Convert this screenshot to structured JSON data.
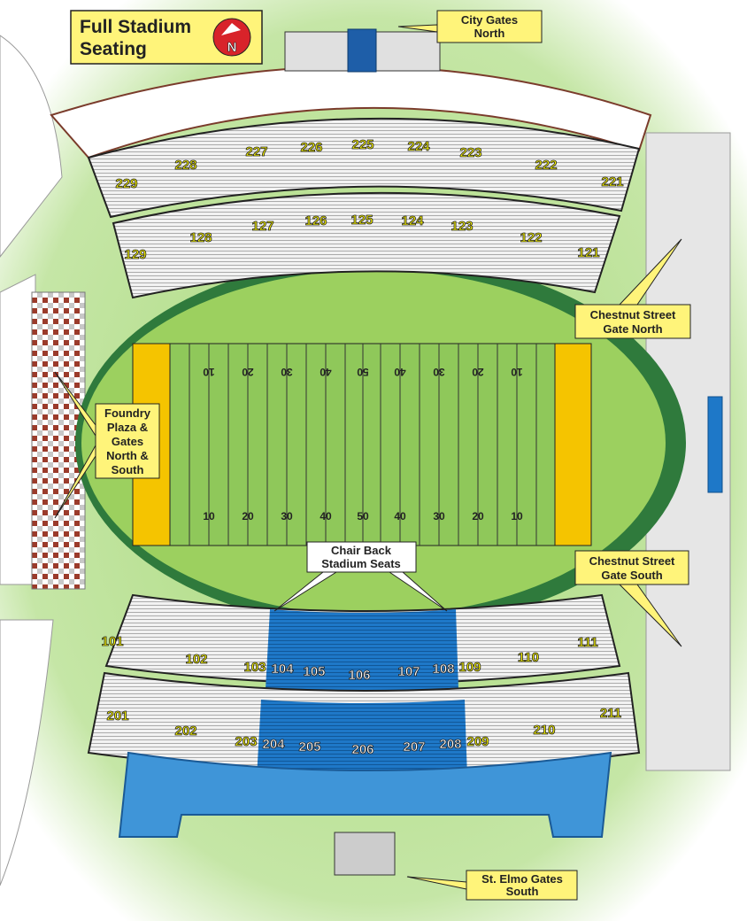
{
  "title": {
    "line1": "Full Stadium",
    "line2": "Seating",
    "compass": "N"
  },
  "callouts": {
    "city_gates_north": [
      "City Gates",
      "North"
    ],
    "chestnut_north": [
      "Chestnut Street",
      "Gate North"
    ],
    "chestnut_south": [
      "Chestnut Street",
      "Gate South"
    ],
    "foundry": [
      "Foundry",
      "Plaza &",
      "Gates",
      "North &",
      "South"
    ],
    "chair_back": [
      "Chair Back",
      "Stadium Seats"
    ],
    "st_elmo": [
      "St. Elmo Gates",
      "South"
    ]
  },
  "field": {
    "yard_numbers": [
      "10",
      "20",
      "30",
      "40",
      "50",
      "40",
      "30",
      "20",
      "10"
    ]
  },
  "sections": {
    "north_upper": [
      "229",
      "228",
      "227",
      "226",
      "225",
      "224",
      "223",
      "222",
      "221"
    ],
    "north_lower": [
      "129",
      "128",
      "127",
      "126",
      "125",
      "124",
      "123",
      "122",
      "121"
    ],
    "south_lower": [
      "101",
      "102",
      "103",
      "104",
      "105",
      "106",
      "107",
      "108",
      "109",
      "110",
      "111"
    ],
    "south_upper": [
      "201",
      "202",
      "203",
      "204",
      "205",
      "206",
      "207",
      "208",
      "209",
      "210",
      "211"
    ]
  },
  "colors": {
    "grass": "#8fc85a",
    "endzone": "#f5c400",
    "chairback": "#1e78c8",
    "label": "#fff47a"
  }
}
